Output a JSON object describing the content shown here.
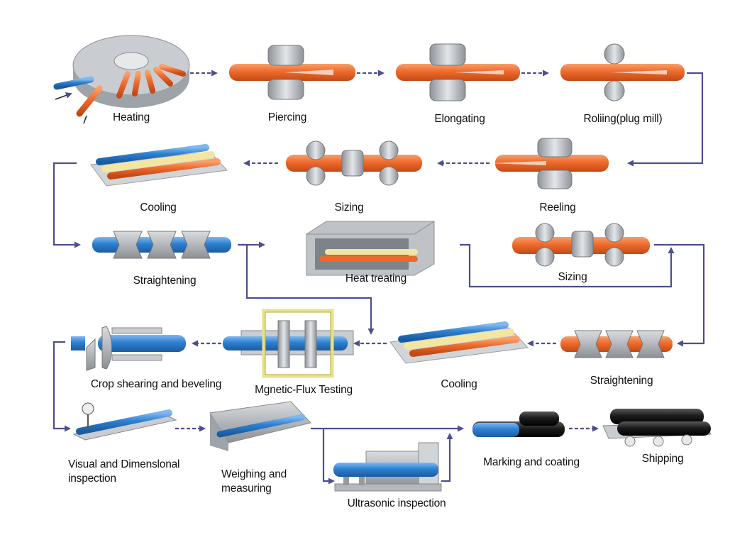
{
  "steps": {
    "heating": "Heating",
    "piercing": "Piercing",
    "elongating": "Elongating",
    "rolling": "Roliing(plug mill)",
    "cooling1": "Cooling",
    "sizing1": "Sizing",
    "reeling": "Reeling",
    "straightening1": "Straightening",
    "heat_treating": "Heat treating",
    "sizing2": "Sizing",
    "crop": "Crop shearing and beveling",
    "mft": "Mgnetic-Flux Testing",
    "cooling2": "Cooling",
    "straightening2": "Straightening",
    "visual_line1": "Visual and Dimenslonal",
    "visual_line2": "inspection",
    "weighing_line1": "Weighing and",
    "weighing_line2": "measuring",
    "ultrasonic": "Ultrasonic inspection",
    "marking": "Marking and coating",
    "shipping": "Shipping"
  },
  "colors": {
    "pipe_orange": "#EE6A2C",
    "pipe_blue": "#2E7FD0",
    "pipe_yellow": "#F3E6A0",
    "pipe_black": "#1C1C1C",
    "arrow": "#4C4E8F",
    "steel": "#B9BDC2"
  },
  "icons": [
    "furnace-icon",
    "roller-pair-icon",
    "cooling-bed-icon",
    "straightener-icon",
    "heat-furnace-icon",
    "mft-frame-icon",
    "gauge-icon",
    "ultrasonic-tank-icon",
    "coated-pipe-icon",
    "shipping-cart-icon"
  ]
}
